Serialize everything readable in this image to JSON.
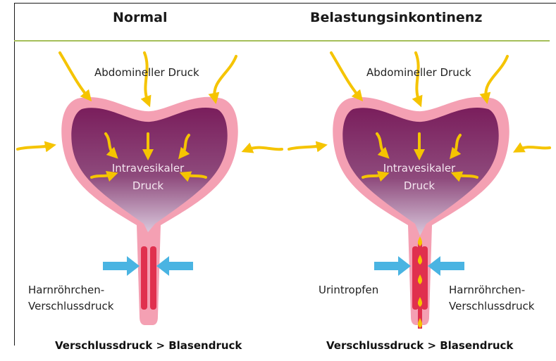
{
  "panels": [
    {
      "title": "Normal",
      "abdominal_label": "Abdomineller Druck",
      "intravesical_label_line1": "Intravesikaler",
      "intravesical_label_line2": "Druck",
      "closure_label_line1": "Harnröhrchen-",
      "closure_label_line2": "Verschlussdruck",
      "caption": "Verschlussdruck > Blasendruck"
    },
    {
      "title": "Belastungsinkontinenz",
      "abdominal_label": "Abdomineller Druck",
      "intravesical_label_line1": "Intravesikaler",
      "intravesical_label_line2": "Druck",
      "leak_label": "Urintropfen",
      "closure_label_line1": "Harnröhrchen-",
      "closure_label_line2": "Verschlussdruck",
      "caption": "Verschlussdruck > Blasendruck"
    }
  ],
  "colors": {
    "bladder_wall": "#f4a0b3",
    "bladder_inner_top": "#7a1e5c",
    "bladder_inner_bottom": "#c8b0cc",
    "arrow_yellow": "#f5c400",
    "urethra_red": "#e0304e",
    "urethra_outer": "#f4a0b3",
    "closure_arrow_blue": "#4ab4e2",
    "header_rule": "#a5bf5a"
  }
}
